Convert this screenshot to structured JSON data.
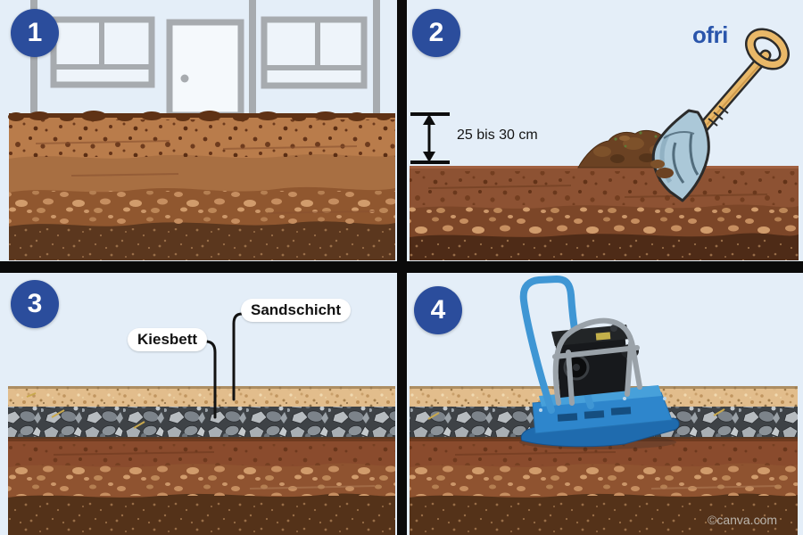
{
  "steps": [
    {
      "number": "1"
    },
    {
      "number": "2"
    },
    {
      "number": "3"
    },
    {
      "number": "4"
    }
  ],
  "panel2": {
    "logo": "ofri",
    "depth_label": "25 bis 30 cm"
  },
  "panel3": {
    "sand_label": "Sandschicht",
    "gravel_label": "Kiesbett"
  },
  "watermark": "©canva.com",
  "colors": {
    "background": "#e4eef8",
    "divider": "#0a0a0a",
    "step_badge": "#2b4d9c",
    "step_badge_text": "#ffffff",
    "logo_blue": "#2a55ab",
    "label_pill": "#ffffff",
    "sand": "#e2bd8c",
    "gravel": "#3e4246",
    "topsoil": "#b97c4b",
    "subsoil_dark": "#5b371e"
  }
}
